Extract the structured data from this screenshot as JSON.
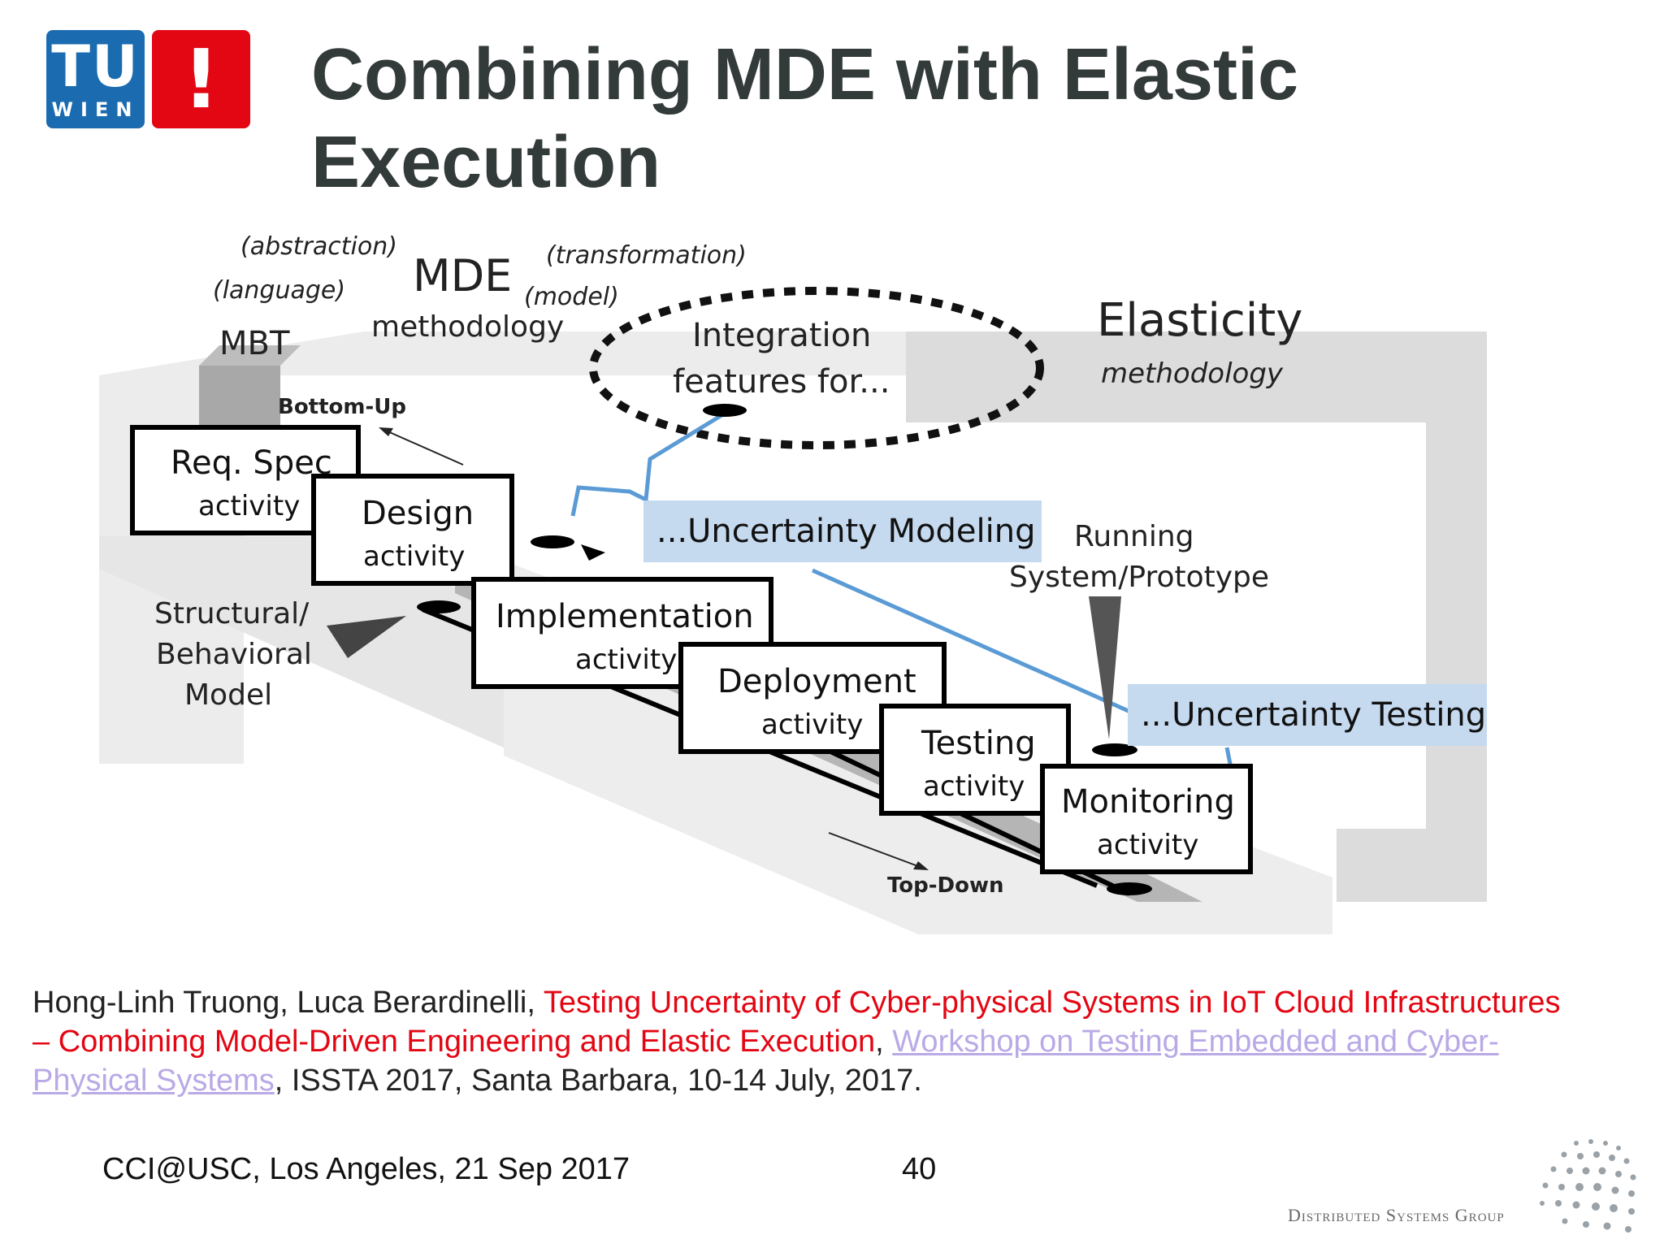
{
  "logo": {
    "tu_text": "TU",
    "wien_text": "WIEN",
    "exclaim_text": "!"
  },
  "title": {
    "line1": "Combining MDE with Elastic",
    "line2": "Execution"
  },
  "diagram": {
    "abstraction": "(abstraction)",
    "language": "(language)",
    "mde": "MDE",
    "transformation": "(transformation)",
    "model": "(model)",
    "methodology": "methodology",
    "mbt": "MBT",
    "integration_line1": "Integration",
    "integration_line2": "features for...",
    "elasticity": "Elasticity",
    "elasticity_methodology": "methodology",
    "bottom_up": "Bottom-Up",
    "top_down": "Top-Down",
    "structural_line1": "Structural/",
    "structural_line2": "Behavioral",
    "structural_line3": "Model",
    "running_line1": "Running",
    "running_line2": "System/Prototype",
    "uncertainty_modeling": "...Uncertainty Modeling",
    "uncertainty_testing": "...Uncertainty Testing",
    "activities": [
      {
        "name": "Req. Spec",
        "sub": "activity"
      },
      {
        "name": "Design",
        "sub": "activity"
      },
      {
        "name": "Implementation",
        "sub": "activity"
      },
      {
        "name": "Deployment",
        "sub": "activity"
      },
      {
        "name": "Testing",
        "sub": "activity"
      },
      {
        "name": "Monitoring",
        "sub": "activity"
      }
    ]
  },
  "reference": {
    "authors": "Hong-Linh Truong, Luca Berardinelli, ",
    "paper_title": "Testing Uncertainty of Cyber-physical Systems in IoT Cloud Infrastructures – Combining Model-Driven Engineering and Elastic Execution",
    "sep": ", ",
    "workshop": "Workshop on Testing Embedded and Cyber-Physical Systems",
    "venue": ", ISSTA 2017, Santa Barbara, 10-14 July, 2017."
  },
  "footer": {
    "event": "CCI@USC, Los Angeles,  21 Sep 2017",
    "page_number": "40",
    "group": "Distributed Systems Group"
  },
  "colors": {
    "tu_blue": "#1a6bb0",
    "tu_red": "#e30613",
    "highlight": "#c5d9ef",
    "connector_blue": "#5b9bd5"
  }
}
